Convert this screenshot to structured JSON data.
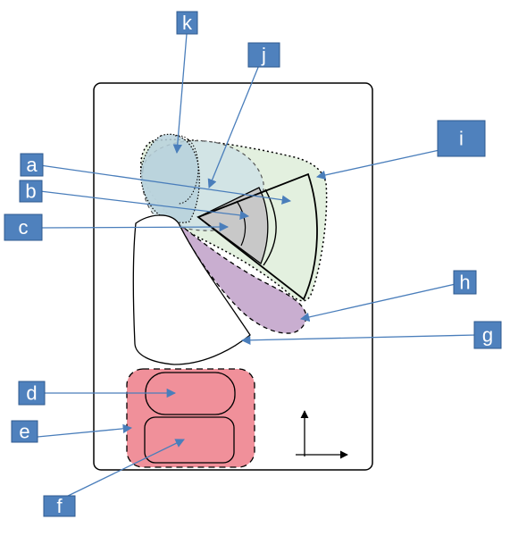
{
  "labels": {
    "a": "a",
    "b": "b",
    "c": "c",
    "d": "d",
    "e": "e",
    "f": "f",
    "g": "g",
    "h": "h",
    "i": "i",
    "j": "j",
    "k": "k"
  },
  "colors": {
    "label_fill": "#4f81bd",
    "arrow": "#4a7ebb",
    "region_i_fill": "#e3f0df",
    "region_j_fill": "#cfe2e6",
    "region_k_fill": "#b7d1dc",
    "region_h_fill": "#c9aed0",
    "region_b_fill": "#c8c8c8",
    "region_e_fill": "#f0909a"
  },
  "icons": {
    "axes": "axes-arrows-icon"
  }
}
